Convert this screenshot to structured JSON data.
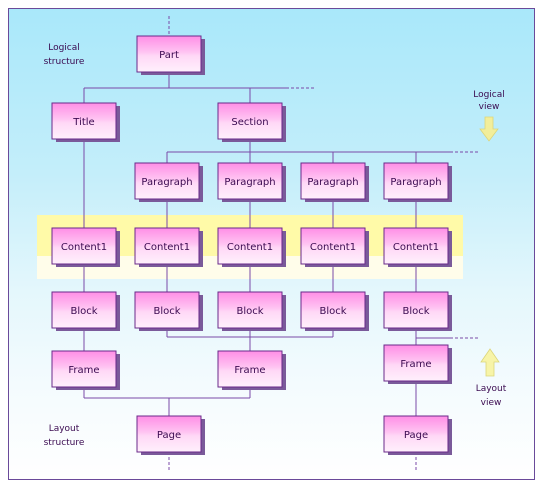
{
  "diagram": {
    "nodes": {
      "part": "Part",
      "title": "Title",
      "section": "Section",
      "paragraph": "Paragraph",
      "content": "Content1",
      "block": "Block",
      "frame": "Frame",
      "page": "Page"
    },
    "labels": {
      "logical_structure": [
        "Logical",
        "structure"
      ],
      "logical_view": [
        "Logical",
        "view"
      ],
      "layout_view": [
        "Layout",
        "view"
      ],
      "layout_structure": [
        "Layout",
        "structure"
      ]
    },
    "colors": {
      "box_top": "#ff8ee6",
      "box_bottom": "#fff0fc",
      "box_stroke": "#6a2a8a",
      "shadow": "#7a5a9a",
      "connector": "#7a4aa8",
      "highlight_band": "#fffaa8",
      "arrow_down": "#f2ee9a",
      "arrow_up": "#f7f4a8"
    }
  }
}
